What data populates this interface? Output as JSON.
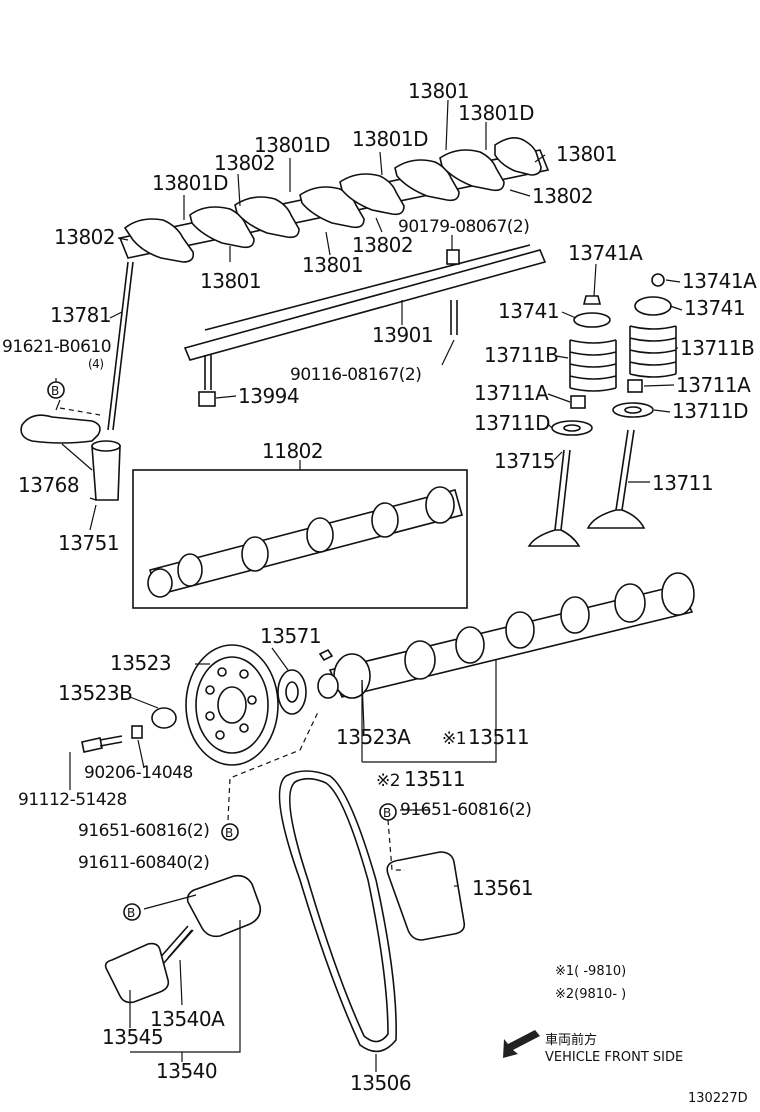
{
  "labels": {
    "p13801_a": "13801",
    "p13801d_a": "13801D",
    "p13801_b": "13801",
    "p13801d_b": "13801D",
    "p13802_a": "13802",
    "p13801d_c": "13801D",
    "p13802_b": "13802",
    "p13801d_d": "13801D",
    "p13802_c": "13802",
    "p13801_c": "13801",
    "p13802_d": "13802",
    "p13801_d": "13801",
    "p90179": "90179-08067(2)",
    "p13781": "13781",
    "p13741a_l": "13741A",
    "p13741a_r": "13741A",
    "p13741_l": "13741",
    "p13741_r": "13741",
    "p13901": "13901",
    "p91621": "91621-B0610",
    "p91621_qty": "(4)",
    "p13711b_l": "13711B",
    "p13711b_r": "13711B",
    "p90116": "90116-08167(2)",
    "p13994": "13994",
    "p13711a_l": "13711A",
    "p13711a_r": "13711A",
    "p13711d_l": "13711D",
    "p13711d_r": "13711D",
    "p13768": "13768",
    "p11802": "11802",
    "p13715": "13715",
    "p13711": "13711",
    "p13751": "13751",
    "p13571": "13571",
    "p13523": "13523",
    "p13523b": "13523B",
    "p13523a": "13523A",
    "p13511_1": "13511",
    "p13511_2": "13511",
    "p90206": "90206-14048",
    "p91112": "91112-51428",
    "p91651_l": "91651-60816(2)",
    "p91651_r": "91651-60816(2)",
    "p91611": "91611-60840(2)",
    "p13561": "13561",
    "p13540a": "13540A",
    "p13545": "13545",
    "p13540": "13540",
    "p13506": "13506"
  },
  "markers": {
    "b": "B",
    "note_mark_1": "※1",
    "note_mark_2": "※2"
  },
  "notes": {
    "n1": "※1(     -9810)",
    "n2": "※2(9810-      )"
  },
  "direction": {
    "jp": "車両前方",
    "en": "VEHICLE FRONT SIDE"
  },
  "diagram_code": "130227D"
}
